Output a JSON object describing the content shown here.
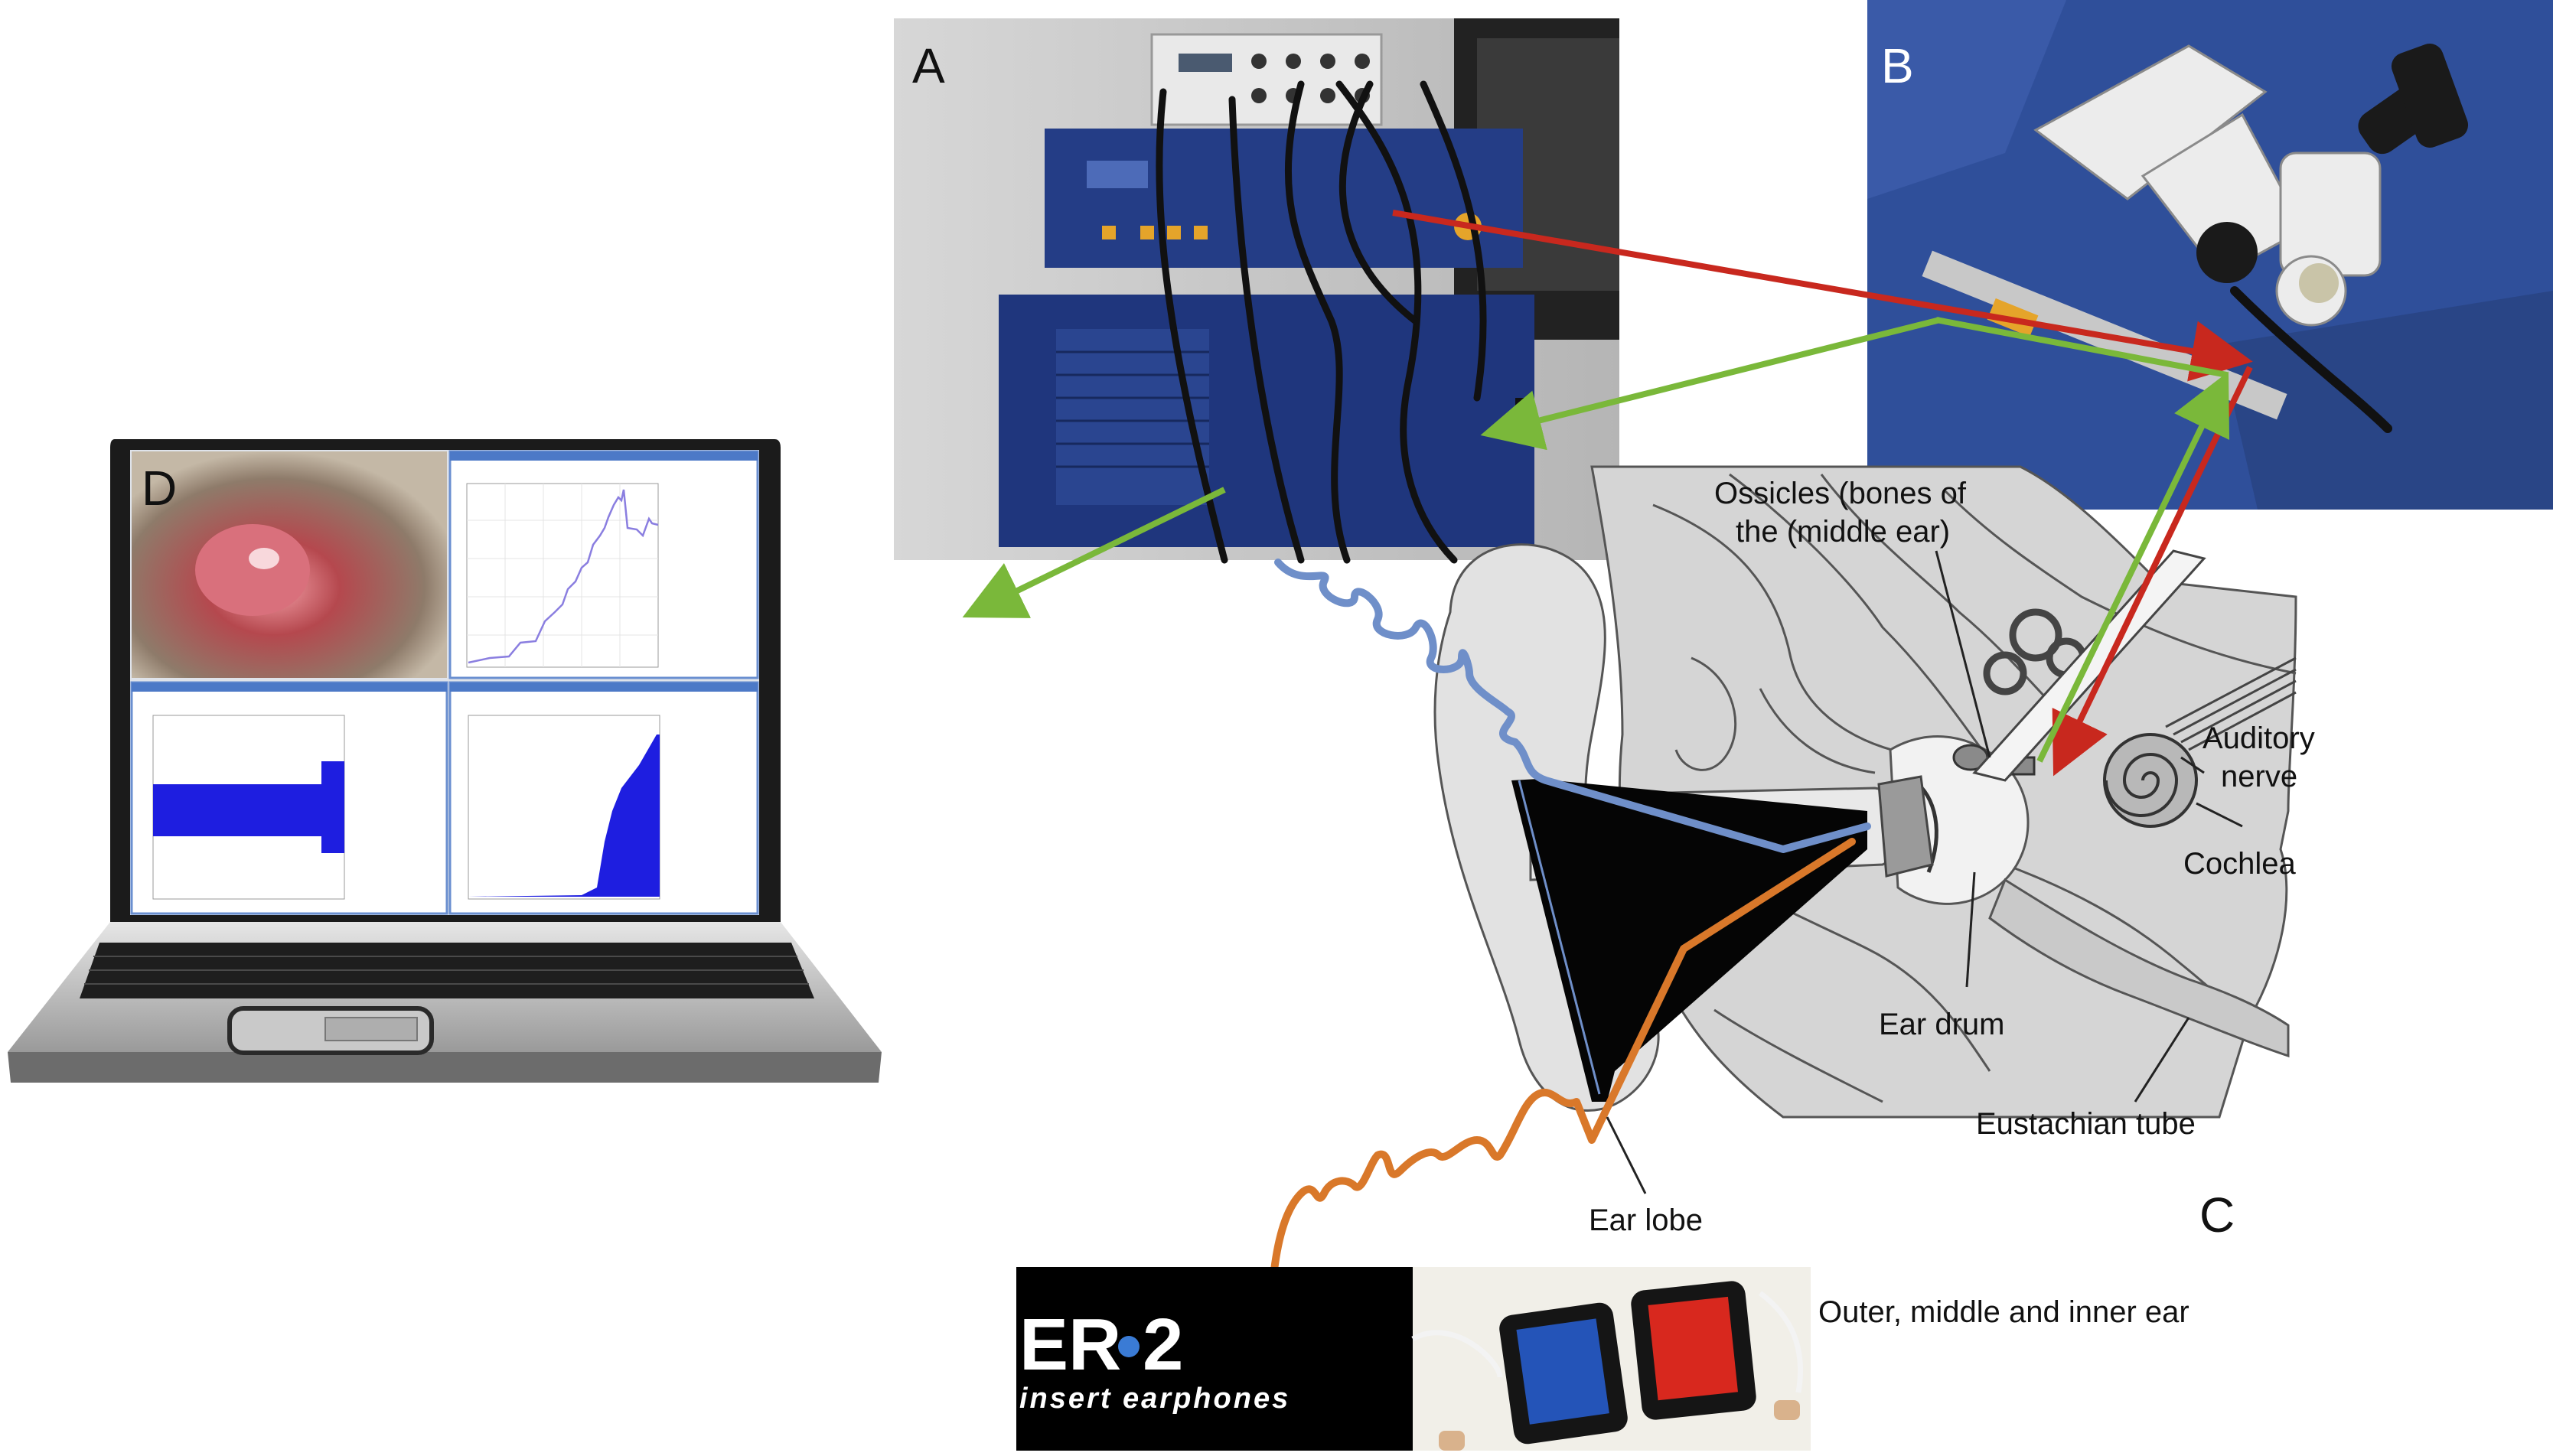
{
  "panels": {
    "a": "A",
    "b": "B",
    "c": "C",
    "d": "D"
  },
  "ear_labels": {
    "ossicles_line1": "Ossicles (bones of",
    "ossicles_line2": "the (middle ear)",
    "auditory_line1": "Auditory",
    "auditory_line2": "nerve",
    "cochlea": "Cochlea",
    "ear_drum": "Ear drum",
    "eustachian_tube": "Eustachian tube",
    "ear_lobe": "Ear lobe"
  },
  "caption": "Outer, middle and inner ear",
  "earphones_logo": {
    "brand_prefix": "ER",
    "brand_suffix": "2",
    "tagline": "insert earphones"
  },
  "colors": {
    "red_arrow": "#c8281e",
    "green_arrow": "#7ab83a",
    "blue_cable": "#6f8fc9",
    "orange_cable": "#d9782a",
    "equipment_blue": "#243d86",
    "drape_blue": "#2f4f9a",
    "screen_plot_blue": "#1e1ee0"
  }
}
